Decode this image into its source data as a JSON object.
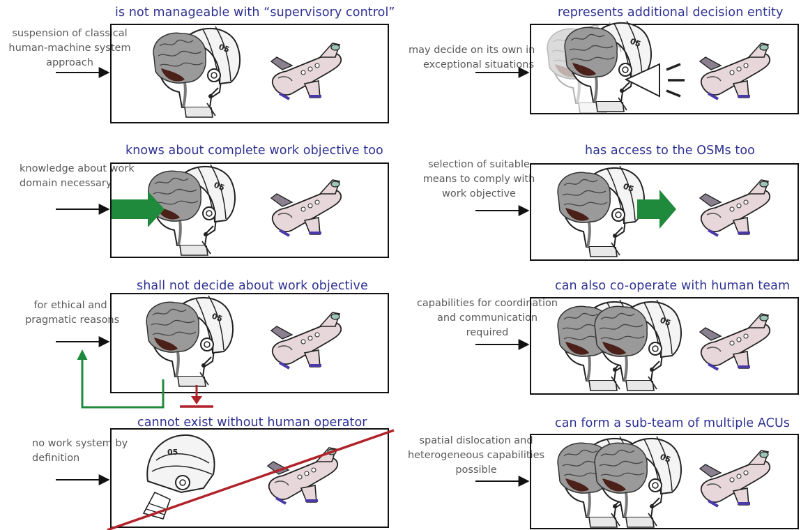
{
  "colors": {
    "title": "#2e3192",
    "note": "#595959",
    "green_arrow": "#1f8a3c",
    "red_line": "#b0232a",
    "brain": "#8c8c8c",
    "aircraft": "#e7d7da"
  },
  "panels": [
    {
      "title": "is not manageable with “supervisory control”",
      "note": [
        "suspension of classical",
        "human-machine system",
        "approach"
      ]
    },
    {
      "title": "represents additional decision entity",
      "note": [
        "may decide on its own in",
        "exceptional situations"
      ]
    },
    {
      "title": "knows about complete work objective too",
      "note": [
        "knowledge about work",
        "domain necessary"
      ]
    },
    {
      "title": "has access to the OSMs too",
      "note": [
        "selection of suitable",
        "means to comply with",
        "work objective"
      ]
    },
    {
      "title": "shall not decide about work objective",
      "note": [
        "for ethical and",
        "pragmatic reasons"
      ]
    },
    {
      "title": "can also co-operate with human team",
      "note": [
        "capabilities for coordination",
        "and communication",
        "required"
      ]
    },
    {
      "title": "cannot exist without human operator",
      "note": [
        "no work system by",
        "definition"
      ]
    },
    {
      "title": "can form a sub-team of multiple ACUs",
      "note": [
        "spatial dislocation and",
        "heterogeneous capabilities",
        "possible"
      ]
    }
  ],
  "icons": {
    "head": "brain-helmet-head-icon",
    "aircraft": "aircraft-icon",
    "megaphone": "megaphone-icon"
  }
}
